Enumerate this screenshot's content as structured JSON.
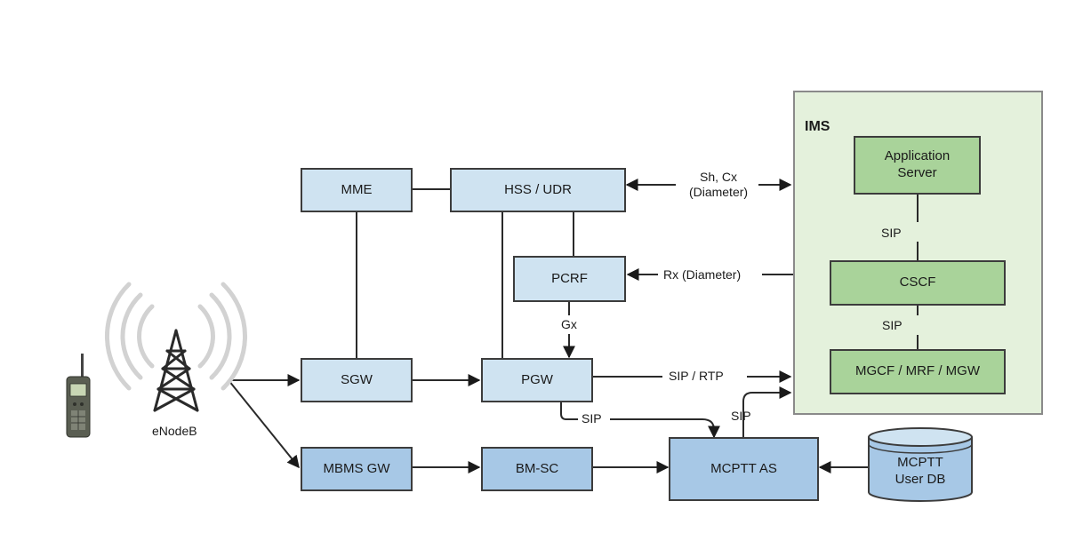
{
  "ims": {
    "title": "IMS"
  },
  "nodes": {
    "mme": "MME",
    "hss": "HSS / UDR",
    "pcrf": "PCRF",
    "sgw": "SGW",
    "pgw": "PGW",
    "mbms_gw": "MBMS GW",
    "bm_sc": "BM-SC",
    "mcptt_as": "MCPTT AS",
    "mcptt_user_db": "MCPTT\nUser DB",
    "app_server": "Application\nServer",
    "cscf": "CSCF",
    "mgcf": "MGCF / MRF / MGW"
  },
  "labels": {
    "enodeb": "eNodeB",
    "sh_cx": "Sh, Cx\n(Diameter)",
    "rx": "Rx (Diameter)",
    "gx": "Gx",
    "sip_rtp": "SIP / RTP",
    "sip_pgw": "SIP",
    "sip_as": "SIP",
    "sip_app_cscf": "SIP",
    "sip_cscf_mgcf": "SIP"
  },
  "colors": {
    "core_fill": "#cfe3f1",
    "broadcast_fill": "#a7c8e6",
    "ims_fill": "#e4f1dc",
    "ims_node_fill": "#a9d39a"
  },
  "icons": {
    "device": "handheld-radio-icon",
    "tower": "cell-tower-icon",
    "database": "database-cylinder-icon"
  }
}
